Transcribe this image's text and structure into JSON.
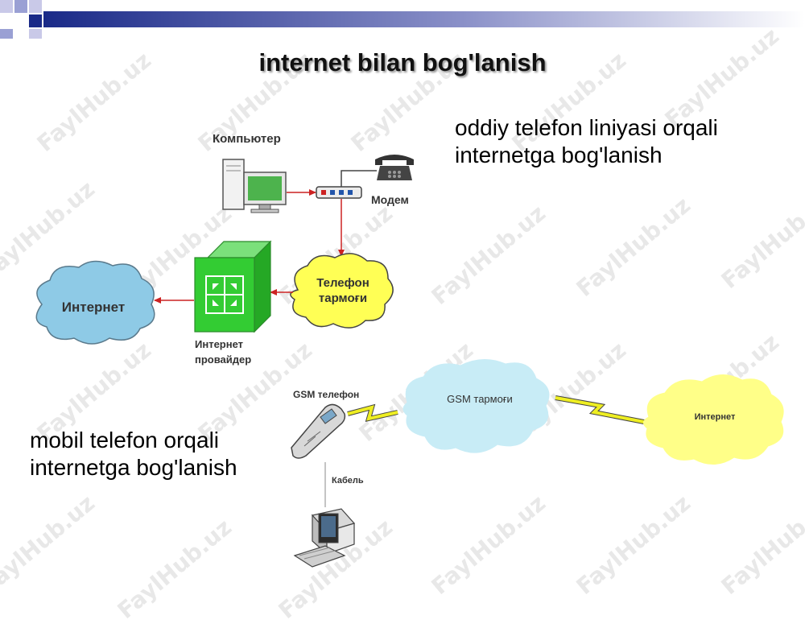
{
  "slide": {
    "title": "internet bilan bog'lanish",
    "caption_top": [
      "oddiy telefon liniyasi orqali",
      "internetga bog'lanish"
    ],
    "caption_bottom": [
      "mobil telefon orqali",
      "internetga bog'lanish"
    ]
  },
  "landline_diagram": {
    "computer_label": "Компьютер",
    "modem_label": "Модем",
    "phone_network_label": [
      "Телефон",
      "тармоғи"
    ],
    "internet_label": "Интернет",
    "provider_label": [
      "Интернет",
      "провайдер"
    ]
  },
  "mobile_diagram": {
    "gsm_phone_label": "GSM телефон",
    "gsm_network_label": "GSM тармоғи",
    "internet_label": "Интернет",
    "cable_label": "Кабель"
  },
  "watermark": "FaylHub.uz",
  "colors": {
    "header_bar": "#1a2a88",
    "arrow": "#cc2222",
    "cloud_blue": "#8ecae6",
    "cloud_yellow": "#ffff55",
    "provider_green": "#33cc33",
    "monitor_screen": "#4db34d"
  }
}
